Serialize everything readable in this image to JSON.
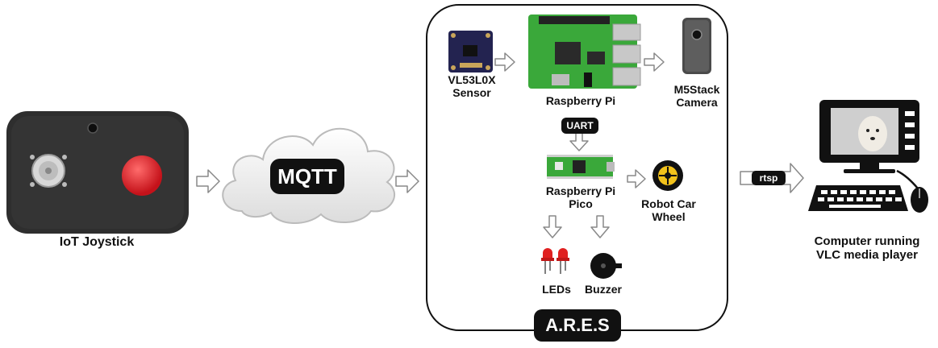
{
  "nodes": {
    "joystick": {
      "label": "IoT Joystick"
    },
    "mqtt": {
      "label": "MQTT"
    },
    "sensor": {
      "label_line1": "VL53L0X",
      "label_line2": "Sensor"
    },
    "raspberry_pi": {
      "label": "Raspberry Pi"
    },
    "camera": {
      "label_line1": "M5Stack",
      "label_line2": "Camera"
    },
    "uart": {
      "label": "UART"
    },
    "pico": {
      "label_line1": "Raspberry Pi",
      "label_line2": "Pico"
    },
    "wheel": {
      "label_line1": "Robot Car",
      "label_line2": "Wheel"
    },
    "leds": {
      "label": "LEDs"
    },
    "buzzer": {
      "label": "Buzzer"
    },
    "rtsp": {
      "label": "rtsp"
    },
    "computer": {
      "label_line1": "Computer running",
      "label_line2": "VLC media player"
    },
    "ares": {
      "label": "A.R.E.S"
    }
  },
  "colors": {
    "board_green": "#3aa83a",
    "joystick_button": "#e0242a",
    "pill": "#111111",
    "arrow_fill": "#ffffff",
    "arrow_stroke": "#888888",
    "wheel_yellow": "#f2c21b",
    "led_red": "#e02020",
    "screen_frame": "#111111"
  }
}
